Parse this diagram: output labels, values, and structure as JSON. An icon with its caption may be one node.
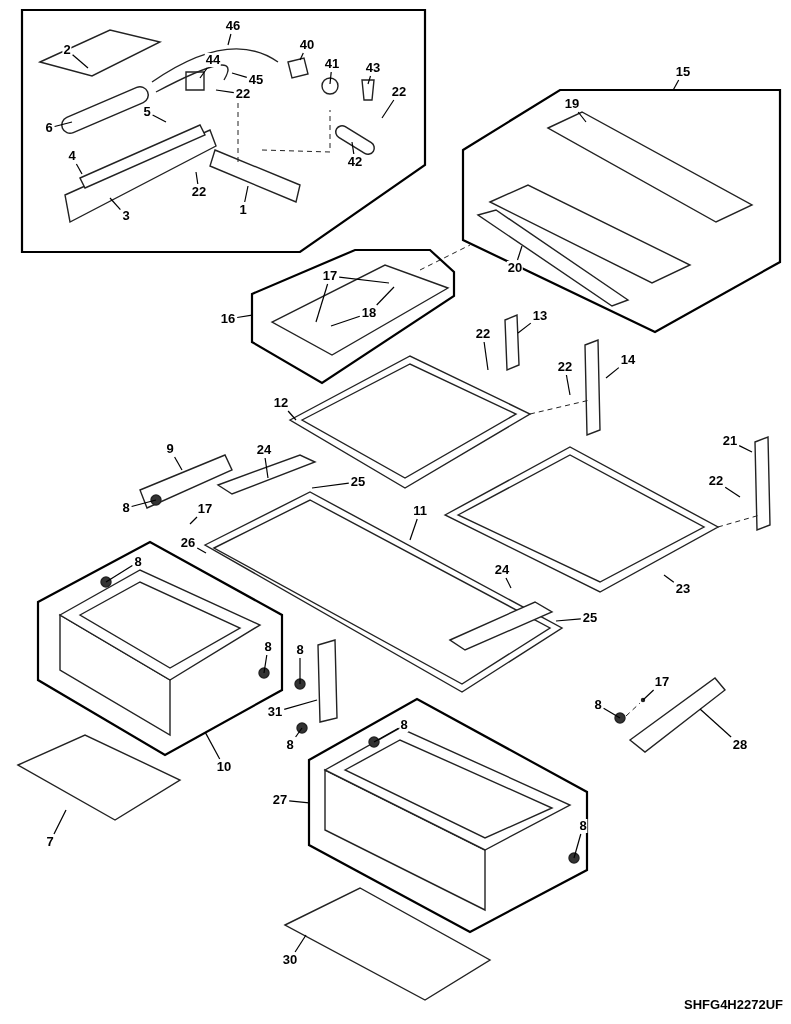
{
  "diagram": {
    "nodes": [
      {
        "text": [],
        "shape": "box"
      },
      {
        "text": [
          "2"
        ],
        "in": 0
      },
      {
        "text": [
          "46"
        ],
        "in": 0
      },
      {
        "text": [
          "40"
        ],
        "in": 0
      },
      {
        "text": [
          "44"
        ],
        "in": 0
      },
      {
        "text": [
          "41"
        ],
        "in": 0
      },
      {
        "text": [
          "45"
        ],
        "in": 0
      },
      {
        "text": [
          "43"
        ],
        "in": 0
      },
      {
        "text": [
          "22"
        ],
        "in": 0
      },
      {
        "text": [
          "22"
        ],
        "in": 0
      },
      {
        "text": [
          "5"
        ],
        "in": 0
      },
      {
        "text": [
          "6"
        ],
        "in": 0
      },
      {
        "text": [
          "42"
        ],
        "in": 0
      },
      {
        "text": [
          "4"
        ],
        "in": 0
      },
      {
        "text": [
          "22"
        ],
        "in": 0
      },
      {
        "text": [
          "1"
        ],
        "in": 0
      },
      {
        "text": [
          "3"
        ],
        "in": 0
      },
      {
        "text": [
          "15"
        ]
      },
      {
        "text": [],
        "shape": "box"
      },
      {
        "text": [
          "19"
        ],
        "in": 18
      },
      {
        "text": [
          "20"
        ],
        "in": 18
      },
      {
        "text": [
          "16"
        ]
      },
      {
        "text": [],
        "shape": "box"
      },
      {
        "text": [
          "17"
        ],
        "in": 22
      },
      {
        "text": [
          "18"
        ],
        "in": 22
      },
      {
        "text": [
          "13"
        ]
      },
      {
        "text": [
          "22"
        ]
      },
      {
        "text": [
          "14"
        ]
      },
      {
        "text": [
          "22"
        ]
      },
      {
        "text": [
          "12"
        ]
      },
      {
        "text": [
          "21"
        ]
      },
      {
        "text": [
          "9"
        ]
      },
      {
        "text": [
          "24"
        ]
      },
      {
        "text": [
          "22"
        ]
      },
      {
        "text": [
          "25"
        ]
      },
      {
        "text": [
          "11"
        ]
      },
      {
        "text": [
          "8"
        ]
      },
      {
        "text": [
          "17"
        ]
      },
      {
        "text": [
          "26"
        ]
      },
      {
        "text": [],
        "shape": "box"
      },
      {
        "text": [
          "8"
        ],
        "in": 39
      },
      {
        "text": [
          "8"
        ],
        "in": 39
      },
      {
        "text": [
          "24"
        ]
      },
      {
        "text": [
          "25"
        ]
      },
      {
        "text": [
          "23"
        ]
      },
      {
        "text": [
          "8"
        ]
      },
      {
        "text": [
          "10"
        ]
      },
      {
        "text": [
          "31"
        ]
      },
      {
        "text": [
          "8"
        ]
      },
      {
        "text": [
          "17"
        ]
      },
      {
        "text": [
          "8"
        ]
      },
      {
        "text": [
          "28"
        ]
      },
      {
        "text": [],
        "shape": "box"
      },
      {
        "text": [
          "8"
        ],
        "in": 52
      },
      {
        "text": [
          "8"
        ],
        "in": 52
      },
      {
        "text": [
          "27"
        ]
      },
      {
        "text": [
          "7"
        ]
      },
      {
        "text": [
          "30"
        ]
      }
    ],
    "edges": [
      {
        "from": 1,
        "to": null,
        "arrow": "none"
      },
      {
        "from": 2,
        "to": null,
        "arrow": "none"
      },
      {
        "from": 3,
        "to": null,
        "arrow": "none"
      },
      {
        "from": 4,
        "to": null,
        "arrow": "none"
      },
      {
        "from": 5,
        "to": null,
        "arrow": "none"
      },
      {
        "from": 6,
        "to": null,
        "arrow": "none"
      },
      {
        "from": 7,
        "to": null,
        "arrow": "none"
      },
      {
        "from": 8,
        "to": null,
        "arrow": "none"
      },
      {
        "from": 9,
        "to": null,
        "arrow": "none"
      },
      {
        "from": 10,
        "to": null,
        "arrow": "none"
      },
      {
        "from": 11,
        "to": null,
        "arrow": "none"
      },
      {
        "from": 12,
        "to": null,
        "arrow": "none"
      },
      {
        "from": 13,
        "to": null,
        "arrow": "none"
      },
      {
        "from": 14,
        "to": null,
        "arrow": "none"
      },
      {
        "from": 15,
        "to": null,
        "arrow": "none"
      },
      {
        "from": 16,
        "to": null,
        "arrow": "none"
      },
      {
        "from": 17,
        "to": 18,
        "arrow": "none"
      },
      {
        "from": 19,
        "to": null,
        "arrow": "none"
      },
      {
        "from": 20,
        "to": null,
        "arrow": "none"
      },
      {
        "from": 21,
        "to": 22,
        "arrow": "none"
      },
      {
        "from": 23,
        "to": null,
        "arrow": "none"
      },
      {
        "from": 23,
        "to": null,
        "arrow": "none"
      },
      {
        "from": 24,
        "to": null,
        "arrow": "none"
      },
      {
        "from": 24,
        "to": null,
        "arrow": "none"
      },
      {
        "from": 25,
        "to": null,
        "arrow": "none"
      },
      {
        "from": 26,
        "to": null,
        "arrow": "none"
      },
      {
        "from": 27,
        "to": null,
        "arrow": "none"
      },
      {
        "from": 28,
        "to": null,
        "arrow": "none"
      },
      {
        "from": 29,
        "to": null,
        "arrow": "none"
      },
      {
        "from": 30,
        "to": null,
        "arrow": "none"
      },
      {
        "from": 31,
        "to": null,
        "arrow": "none"
      },
      {
        "from": 32,
        "to": null,
        "arrow": "none"
      },
      {
        "from": 33,
        "to": null,
        "arrow": "none"
      },
      {
        "from": 34,
        "to": null,
        "arrow": "none"
      },
      {
        "from": 35,
        "to": null,
        "arrow": "none"
      },
      {
        "from": 36,
        "to": null,
        "arrow": "none"
      },
      {
        "from": 37,
        "to": null,
        "arrow": "none"
      },
      {
        "from": 38,
        "to": null,
        "arrow": "none"
      },
      {
        "from": 40,
        "to": null,
        "arrow": "none"
      },
      {
        "from": 41,
        "to": null,
        "arrow": "none"
      },
      {
        "from": 42,
        "to": null,
        "arrow": "none"
      },
      {
        "from": 43,
        "to": null,
        "arrow": "none"
      },
      {
        "from": 44,
        "to": null,
        "arrow": "none"
      },
      {
        "from": 45,
        "to": null,
        "arrow": "none"
      },
      {
        "from": 46,
        "to": 39,
        "arrow": "none"
      },
      {
        "from": 47,
        "to": null,
        "arrow": "none"
      },
      {
        "from": 48,
        "to": null,
        "arrow": "none"
      },
      {
        "from": 49,
        "to": null,
        "arrow": "none"
      },
      {
        "from": 50,
        "to": null,
        "arrow": "none"
      },
      {
        "from": 51,
        "to": null,
        "arrow": "none"
      },
      {
        "from": 53,
        "to": null,
        "arrow": "none"
      },
      {
        "from": 54,
        "to": null,
        "arrow": "none"
      },
      {
        "from": 55,
        "to": 52,
        "arrow": "none"
      },
      {
        "from": 56,
        "to": null,
        "arrow": "none"
      },
      {
        "from": 57,
        "to": null,
        "arrow": "none"
      }
    ],
    "labels": [
      "SHFG4H2272UF"
    ]
  }
}
